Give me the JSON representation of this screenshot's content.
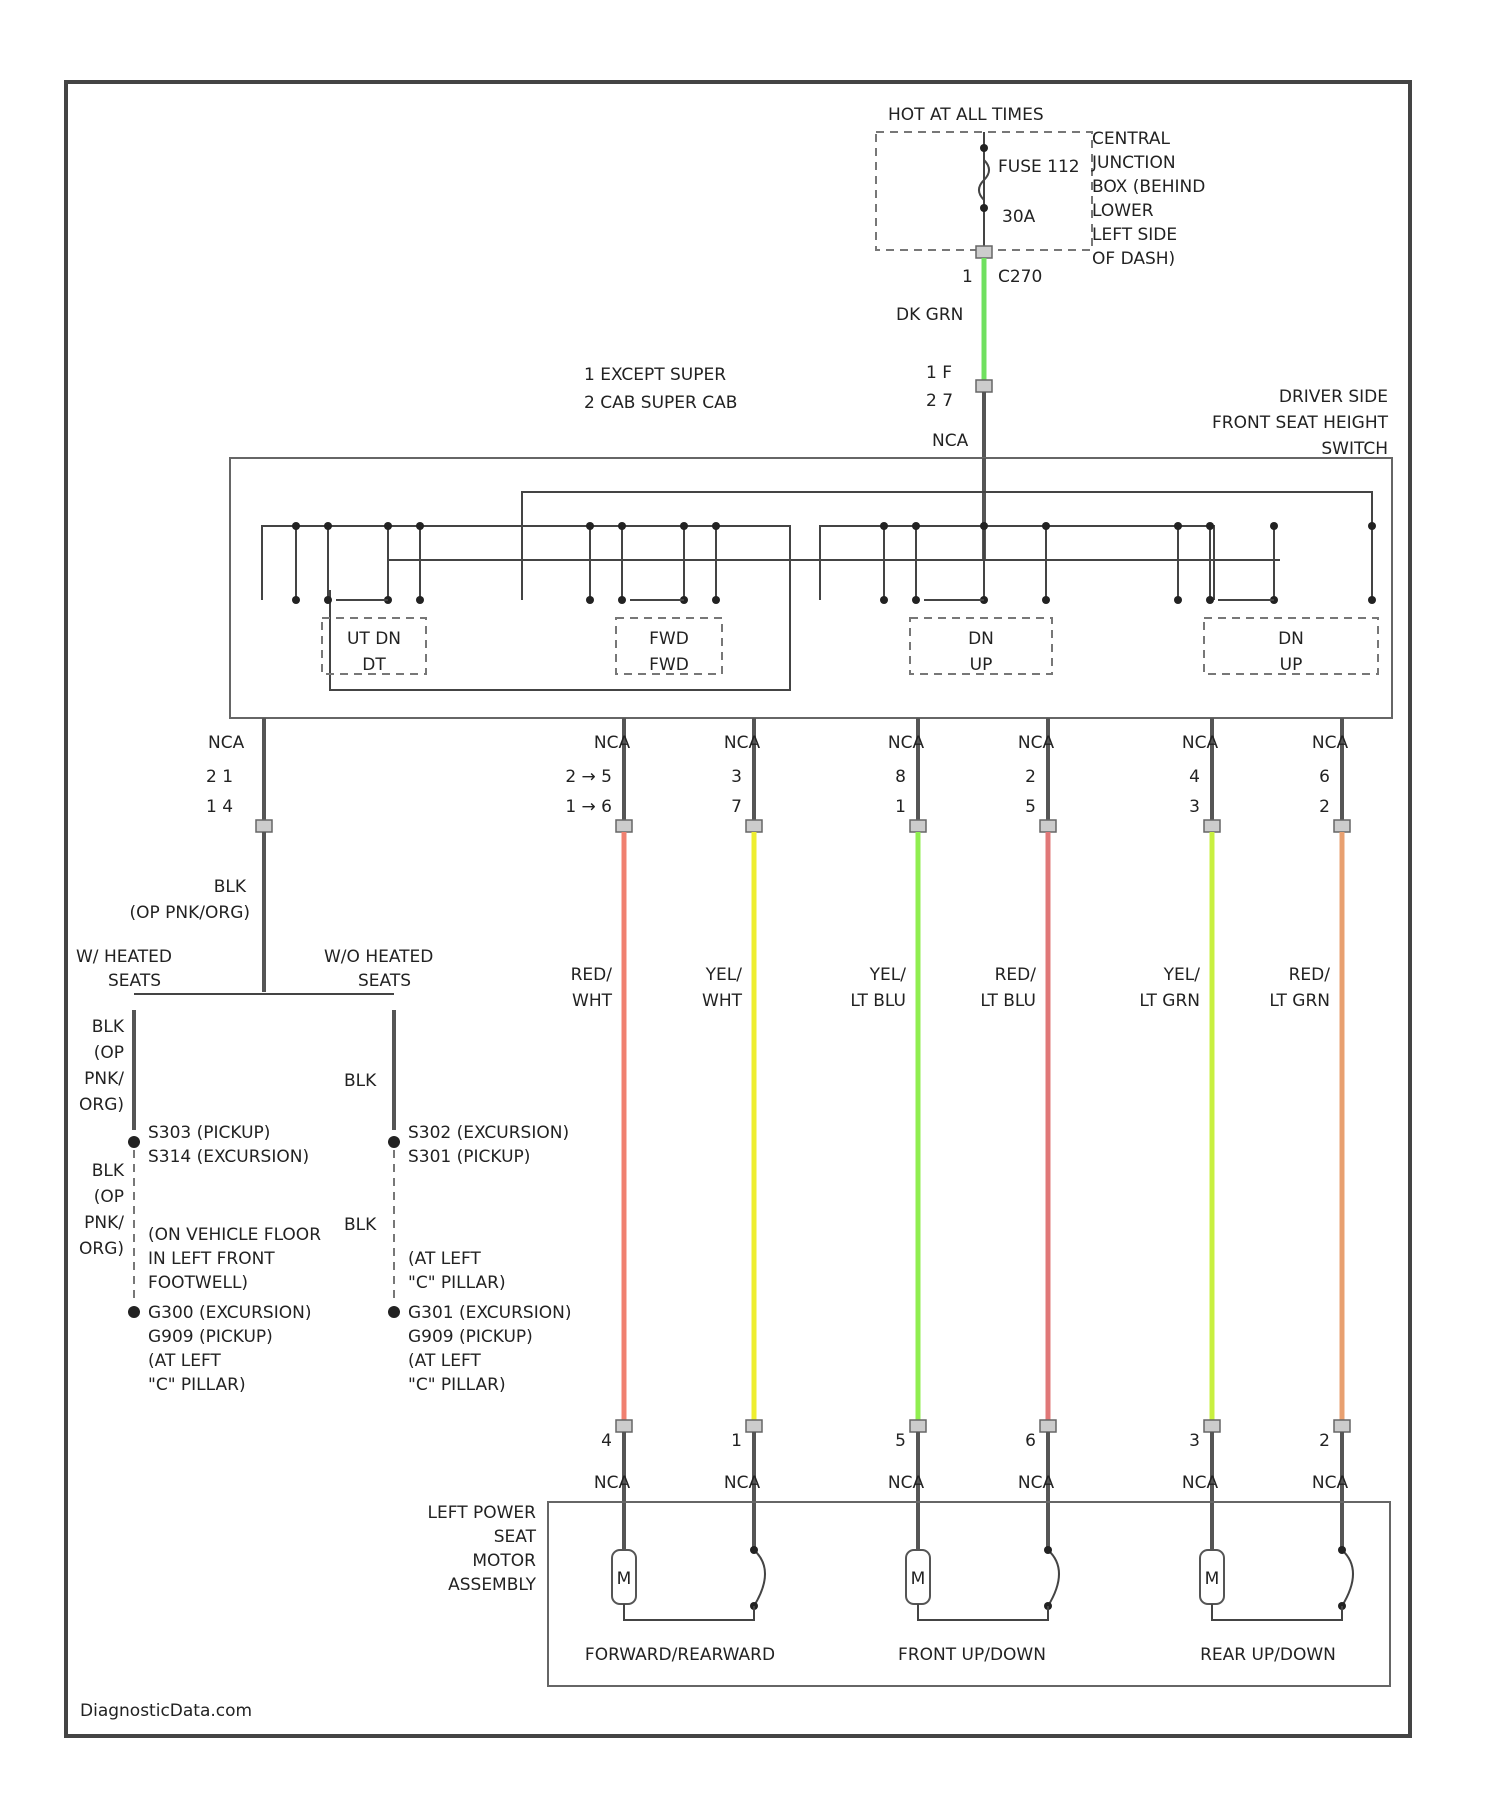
{
  "power_source": {
    "header": "HOT AT ALL TIMES",
    "fuse": "FUSE 112",
    "amps": "30A",
    "location": [
      "CENTRAL",
      "JUNCTION",
      "BOX (BEHIND",
      "LOWER",
      "LEFT SIDE",
      "OF DASH)"
    ],
    "connector": "C270",
    "pin": "1",
    "wire": "DK GRN"
  },
  "notes": [
    "1   EXCEPT SUPER",
    "2   CAB SUPER CAB"
  ],
  "feed_pins": [
    "1  F",
    "2  7"
  ],
  "nca": "NCA",
  "switch": {
    "title": [
      "DRIVER SIDE",
      "FRONT SEAT HEIGHT",
      "SWITCH"
    ],
    "sections": [
      {
        "top": "UT DN",
        "bottom": "DT"
      },
      {
        "top": "FWD",
        "bottom": "FWD"
      },
      {
        "top": "DN",
        "bottom": "UP"
      },
      {
        "top": "DN",
        "bottom": "UP"
      }
    ]
  },
  "ground_branch": {
    "pins": [
      "2   1",
      "1   4"
    ],
    "wire": [
      "BLK",
      "(OP PNK/ORG)"
    ],
    "left_title": [
      "W/ HEATED",
      "SEATS"
    ],
    "right_title": [
      "W/O HEATED",
      "SEATS"
    ],
    "left_wire_a": [
      "BLK",
      "(OP",
      "PNK/",
      "ORG)"
    ],
    "left_wire_b": [
      "BLK",
      "(OP",
      "PNK/",
      "ORG)"
    ],
    "right_wire_a": "BLK",
    "right_wire_b": "BLK",
    "left_splices": [
      "S303   (PICKUP)",
      "S314   (EXCURSION)"
    ],
    "right_splices": [
      "S302   (EXCURSION)",
      "S301   (PICKUP)"
    ],
    "left_ground_loc": [
      "(ON VEHICLE FLOOR",
      "IN LEFT FRONT",
      "FOOTWELL)"
    ],
    "right_ground_loc": [
      "(AT LEFT",
      "\"C\" PILLAR)"
    ],
    "left_grounds": [
      "G300   (EXCURSION)",
      "G909   (PICKUP)",
      "(AT LEFT",
      "\"C\" PILLAR)"
    ],
    "right_grounds": [
      "G301   (EXCURSION)",
      "G909   (PICKUP)",
      "(AT LEFT",
      "\"C\" PILLAR)"
    ]
  },
  "circuits": [
    {
      "pin_top": "2 → 5",
      "pin_bot": "1 → 6",
      "color": [
        "RED/",
        "WHT"
      ],
      "hex": "#f08070",
      "motor_pin": "4"
    },
    {
      "pin_top": "3",
      "pin_bot": "7",
      "color": [
        "YEL/",
        "WHT"
      ],
      "hex": "#eeee30",
      "motor_pin": "1"
    },
    {
      "pin_top": "8",
      "pin_bot": "1",
      "color": [
        "YEL/",
        "LT BLU"
      ],
      "hex": "#90ee50",
      "motor_pin": "5"
    },
    {
      "pin_top": "2",
      "pin_bot": "5",
      "color": [
        "RED/",
        "LT BLU"
      ],
      "hex": "#e07878",
      "motor_pin": "6"
    },
    {
      "pin_top": "4",
      "pin_bot": "3",
      "color": [
        "YEL/",
        "LT GRN"
      ],
      "hex": "#c8f040",
      "motor_pin": "3"
    },
    {
      "pin_top": "6",
      "pin_bot": "2",
      "color": [
        "RED/",
        "LT GRN"
      ],
      "hex": "#e8a070",
      "motor_pin": "2"
    }
  ],
  "motor_assembly": {
    "title": [
      "LEFT POWER",
      "SEAT",
      "MOTOR",
      "ASSEMBLY"
    ],
    "motor_symbol": "M",
    "motors": [
      "FORWARD/REARWARD",
      "FRONT UP/DOWN",
      "REAR UP/DOWN"
    ]
  },
  "colors": {
    "feed": "#70e060",
    "wire": "#555555"
  },
  "footer": "DiagnosticData.com"
}
